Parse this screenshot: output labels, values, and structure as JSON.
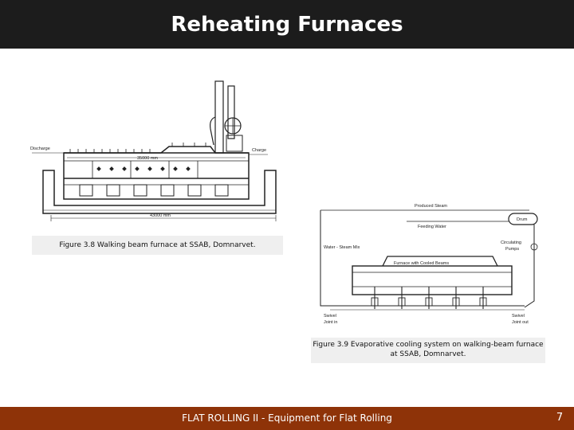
{
  "header": {
    "title": "Reheating Furnaces"
  },
  "figure_1": {
    "labels": {
      "discharge": "Discharge",
      "charge": "Charge",
      "inner_length": "35000 mm",
      "outer_length": "43000 mm"
    },
    "caption": "Figure 3.8 Walking beam furnace at SSAB, Domnarvet."
  },
  "figure_2": {
    "labels": {
      "produced_steam": "Produced Steam",
      "drum": "Drum",
      "feeding_water": "Feeding Water",
      "water_steam_mix": "Water - Steam Mix",
      "circulating_pumps_1": "Circulating",
      "circulating_pumps_2": "Pumps",
      "furnace_beams": "Furnace with Cooled Beams",
      "swivel_in_1": "Swivel",
      "swivel_in_2": "Joint in",
      "swivel_out_1": "Swivel",
      "swivel_out_2": "Joint out"
    },
    "caption": "Figure 3.9 Evaporative cooling system on walking-beam furnace at SSAB, Domnarvet."
  },
  "footer": {
    "text": "FLAT ROLLING II - Equipment for Flat Rolling",
    "page_number": "7"
  },
  "colors": {
    "title_bar": "#1c1c1c",
    "footer_bar": "#8e3308",
    "caption_bg": "#efefef"
  }
}
